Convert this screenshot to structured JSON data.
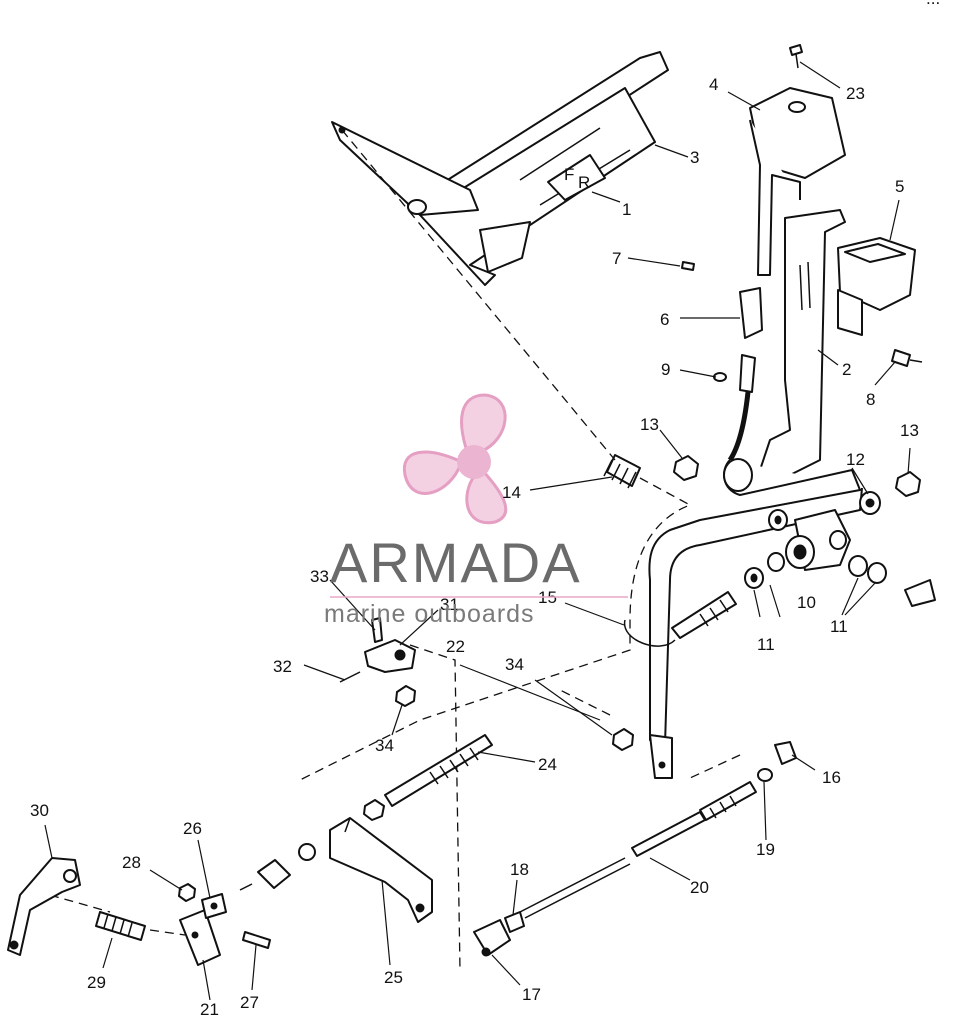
{
  "watermark": {
    "brand": "ARMADA",
    "tagline": "marine outboards",
    "brand_color": "#6b6b6b",
    "logo_color": "#e8a7c8"
  },
  "page_corner_mark": "...",
  "callouts": [
    {
      "id": "c1",
      "label": "1"
    },
    {
      "id": "c2",
      "label": "2"
    },
    {
      "id": "c3",
      "label": "3"
    },
    {
      "id": "c4",
      "label": "4"
    },
    {
      "id": "c5",
      "label": "5"
    },
    {
      "id": "c6",
      "label": "6"
    },
    {
      "id": "c7",
      "label": "7"
    },
    {
      "id": "c8",
      "label": "8"
    },
    {
      "id": "c9",
      "label": "9"
    },
    {
      "id": "c10",
      "label": "10"
    },
    {
      "id": "c11a",
      "label": "11"
    },
    {
      "id": "c11b",
      "label": "11"
    },
    {
      "id": "c12",
      "label": "12"
    },
    {
      "id": "c13a",
      "label": "13"
    },
    {
      "id": "c13b",
      "label": "13"
    },
    {
      "id": "c14",
      "label": "14"
    },
    {
      "id": "c15",
      "label": "15"
    },
    {
      "id": "c16",
      "label": "16"
    },
    {
      "id": "c17",
      "label": "17"
    },
    {
      "id": "c18",
      "label": "18"
    },
    {
      "id": "c19",
      "label": "19"
    },
    {
      "id": "c20",
      "label": "20"
    },
    {
      "id": "c21",
      "label": "21"
    },
    {
      "id": "c22",
      "label": "22"
    },
    {
      "id": "c23",
      "label": "23"
    },
    {
      "id": "c24",
      "label": "24"
    },
    {
      "id": "c25",
      "label": "25"
    },
    {
      "id": "c26",
      "label": "26"
    },
    {
      "id": "c27",
      "label": "27"
    },
    {
      "id": "c28",
      "label": "28"
    },
    {
      "id": "c29",
      "label": "29"
    },
    {
      "id": "c30",
      "label": "30"
    },
    {
      "id": "c31",
      "label": "31"
    },
    {
      "id": "c32",
      "label": "32"
    },
    {
      "id": "c33",
      "label": "33"
    },
    {
      "id": "c34a",
      "label": "34"
    },
    {
      "id": "c34b",
      "label": "34"
    }
  ],
  "lever_marks": [
    "F",
    "R"
  ]
}
